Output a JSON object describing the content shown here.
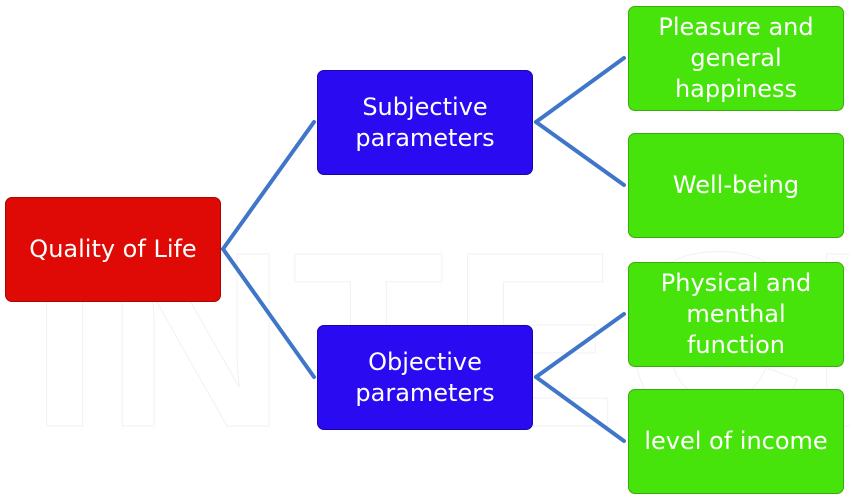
{
  "nodes": {
    "root": "Quality of Life",
    "subjective": "Subjective parameters",
    "objective": "Objective parameters",
    "pleasure": "Pleasure and general happiness",
    "wellbeing": "Well-being",
    "physical": "Physical and menthal function",
    "income": "level of income"
  },
  "watermark": "INTECH",
  "colors": {
    "root": "#df0a05",
    "mid": "#2a0af0",
    "leaf": "#47e40c",
    "connector": "#3f76c9"
  }
}
